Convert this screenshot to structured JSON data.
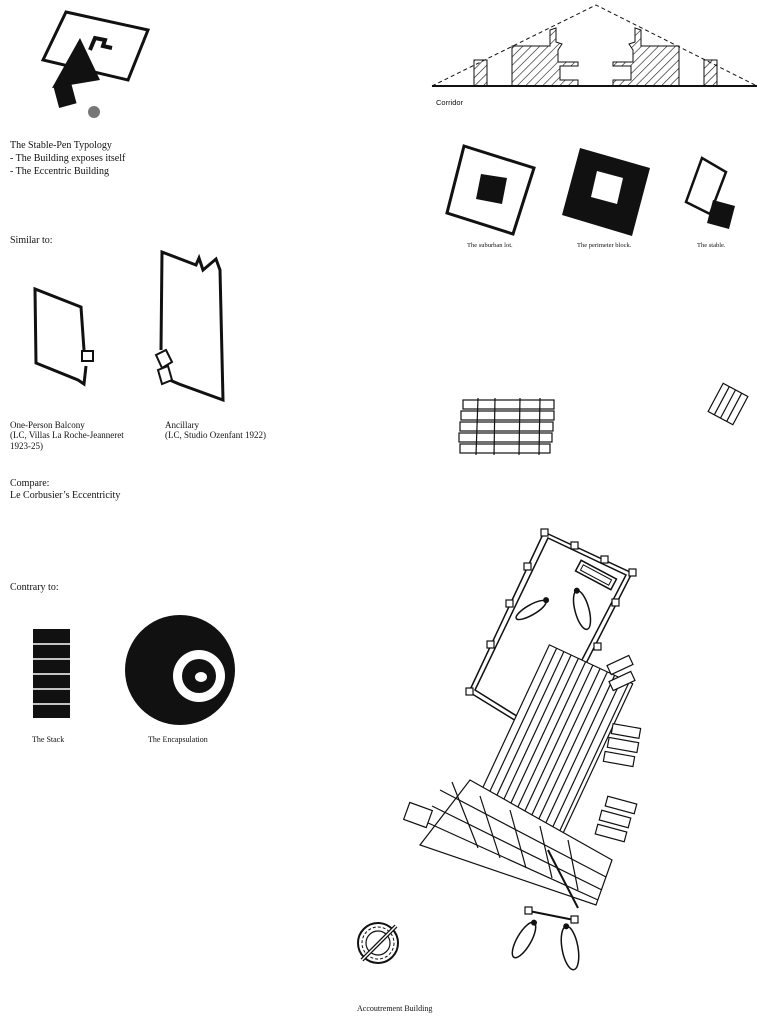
{
  "typology": {
    "title": "The Stable-Pen Typology",
    "points": [
      "- The Building exposes itself",
      "- The Eccentric Building"
    ]
  },
  "similar": {
    "heading": "Similar to:",
    "items": [
      {
        "name": "One-Person Balcony",
        "note": "(LC, Villas La Roche-Jeanneret\n1923-25)"
      },
      {
        "name": "Ancillary",
        "note": "(LC, Studio Ozenfant 1922)"
      }
    ]
  },
  "compare": {
    "heading": "Compare:",
    "text": "Le Corbusier’s Eccentricity"
  },
  "contrary": {
    "heading": "Contrary to:",
    "items": [
      "The Stack",
      "The Encapsulation"
    ]
  },
  "section": {
    "label": "Corridor"
  },
  "lots": [
    "The suburban lot.",
    "The perimeter block.",
    "The stable."
  ],
  "main_plan": {
    "caption": "Accoutrement Building"
  },
  "colors": {
    "ink": "#111111",
    "accent_dot": "#777777",
    "paper": "#ffffff"
  }
}
